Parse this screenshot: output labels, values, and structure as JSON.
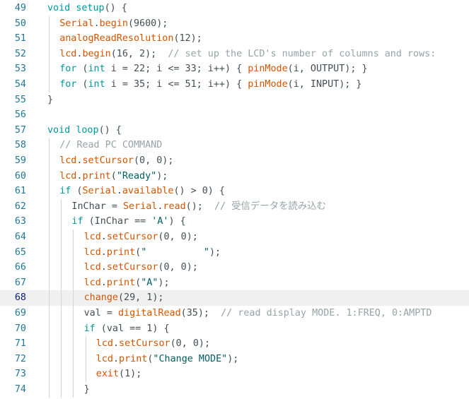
{
  "editor": {
    "lines": [
      {
        "num": "49",
        "indent": 0,
        "tokens": [
          {
            "t": "void",
            "c": "keyword"
          },
          {
            "t": " ",
            "c": "plain"
          },
          {
            "t": "setup",
            "c": "keyword"
          },
          {
            "t": "() {",
            "c": "plain"
          }
        ]
      },
      {
        "num": "50",
        "indent": 1,
        "tokens": [
          {
            "t": "Serial",
            "c": "function"
          },
          {
            "t": ".",
            "c": "plain"
          },
          {
            "t": "begin",
            "c": "function"
          },
          {
            "t": "(9600);",
            "c": "plain"
          }
        ]
      },
      {
        "num": "51",
        "indent": 1,
        "tokens": [
          {
            "t": "analogReadResolution",
            "c": "function"
          },
          {
            "t": "(12);",
            "c": "plain"
          }
        ]
      },
      {
        "num": "52",
        "indent": 1,
        "tokens": [
          {
            "t": "lcd",
            "c": "function"
          },
          {
            "t": ".",
            "c": "plain"
          },
          {
            "t": "begin",
            "c": "function"
          },
          {
            "t": "(16, 2);  ",
            "c": "plain"
          },
          {
            "t": "// set up the LCD's number of columns and rows:",
            "c": "comment"
          }
        ]
      },
      {
        "num": "53",
        "indent": 1,
        "tokens": [
          {
            "t": "for",
            "c": "keyword"
          },
          {
            "t": " (",
            "c": "plain"
          },
          {
            "t": "int",
            "c": "type"
          },
          {
            "t": " i = 22; i <= 33; i++) { ",
            "c": "plain"
          },
          {
            "t": "pinMode",
            "c": "function"
          },
          {
            "t": "(i, OUTPUT); }",
            "c": "plain"
          }
        ]
      },
      {
        "num": "54",
        "indent": 1,
        "tokens": [
          {
            "t": "for",
            "c": "keyword"
          },
          {
            "t": " (",
            "c": "plain"
          },
          {
            "t": "int",
            "c": "type"
          },
          {
            "t": " i = 35; i <= 51; i++) { ",
            "c": "plain"
          },
          {
            "t": "pinMode",
            "c": "function"
          },
          {
            "t": "(i, INPUT); }",
            "c": "plain"
          }
        ]
      },
      {
        "num": "55",
        "indent": 0,
        "tokens": [
          {
            "t": "}",
            "c": "plain"
          }
        ]
      },
      {
        "num": "56",
        "indent": 0,
        "tokens": []
      },
      {
        "num": "57",
        "indent": 0,
        "tokens": [
          {
            "t": "void",
            "c": "keyword"
          },
          {
            "t": " ",
            "c": "plain"
          },
          {
            "t": "loop",
            "c": "keyword"
          },
          {
            "t": "() {",
            "c": "plain"
          }
        ]
      },
      {
        "num": "58",
        "indent": 1,
        "tokens": [
          {
            "t": "// Read PC COMMAND",
            "c": "comment"
          }
        ]
      },
      {
        "num": "59",
        "indent": 1,
        "tokens": [
          {
            "t": "lcd",
            "c": "function"
          },
          {
            "t": ".",
            "c": "plain"
          },
          {
            "t": "setCursor",
            "c": "function"
          },
          {
            "t": "(0, 0);",
            "c": "plain"
          }
        ]
      },
      {
        "num": "60",
        "indent": 1,
        "tokens": [
          {
            "t": "lcd",
            "c": "function"
          },
          {
            "t": ".",
            "c": "plain"
          },
          {
            "t": "print",
            "c": "function"
          },
          {
            "t": "(",
            "c": "plain"
          },
          {
            "t": "\"Ready\"",
            "c": "string"
          },
          {
            "t": ");",
            "c": "plain"
          }
        ]
      },
      {
        "num": "61",
        "indent": 1,
        "tokens": [
          {
            "t": "if",
            "c": "keyword"
          },
          {
            "t": " (",
            "c": "plain"
          },
          {
            "t": "Serial",
            "c": "function"
          },
          {
            "t": ".",
            "c": "plain"
          },
          {
            "t": "available",
            "c": "function"
          },
          {
            "t": "() > 0) {",
            "c": "plain"
          }
        ]
      },
      {
        "num": "62",
        "indent": 2,
        "tokens": [
          {
            "t": "InChar = ",
            "c": "plain"
          },
          {
            "t": "Serial",
            "c": "function"
          },
          {
            "t": ".",
            "c": "plain"
          },
          {
            "t": "read",
            "c": "function"
          },
          {
            "t": "();  ",
            "c": "plain"
          },
          {
            "t": "// 受信データを読み込む",
            "c": "comment"
          }
        ]
      },
      {
        "num": "63",
        "indent": 2,
        "tokens": [
          {
            "t": "if",
            "c": "keyword"
          },
          {
            "t": " (InChar == ",
            "c": "plain"
          },
          {
            "t": "'A'",
            "c": "string"
          },
          {
            "t": ") {",
            "c": "plain"
          }
        ]
      },
      {
        "num": "64",
        "indent": 3,
        "tokens": [
          {
            "t": "lcd",
            "c": "function"
          },
          {
            "t": ".",
            "c": "plain"
          },
          {
            "t": "setCursor",
            "c": "function"
          },
          {
            "t": "(0, 0);",
            "c": "plain"
          }
        ]
      },
      {
        "num": "65",
        "indent": 3,
        "tokens": [
          {
            "t": "lcd",
            "c": "function"
          },
          {
            "t": ".",
            "c": "plain"
          },
          {
            "t": "print",
            "c": "function"
          },
          {
            "t": "(",
            "c": "plain"
          },
          {
            "t": "\"          \"",
            "c": "string"
          },
          {
            "t": ");",
            "c": "plain"
          }
        ]
      },
      {
        "num": "66",
        "indent": 3,
        "tokens": [
          {
            "t": "lcd",
            "c": "function"
          },
          {
            "t": ".",
            "c": "plain"
          },
          {
            "t": "setCursor",
            "c": "function"
          },
          {
            "t": "(0, 0);",
            "c": "plain"
          }
        ]
      },
      {
        "num": "67",
        "indent": 3,
        "tokens": [
          {
            "t": "lcd",
            "c": "function"
          },
          {
            "t": ".",
            "c": "plain"
          },
          {
            "t": "print",
            "c": "function"
          },
          {
            "t": "(",
            "c": "plain"
          },
          {
            "t": "\"A\"",
            "c": "string"
          },
          {
            "t": ");",
            "c": "plain"
          }
        ]
      },
      {
        "num": "68",
        "indent": 3,
        "current": true,
        "tokens": [
          {
            "t": "change",
            "c": "function"
          },
          {
            "t": "(29, 1);",
            "c": "plain"
          }
        ]
      },
      {
        "num": "69",
        "indent": 3,
        "tokens": [
          {
            "t": "val = ",
            "c": "plain"
          },
          {
            "t": "digitalRead",
            "c": "function"
          },
          {
            "t": "(35);  ",
            "c": "plain"
          },
          {
            "t": "// read display MODE. 1:FREQ, 0:AMPTD",
            "c": "comment"
          }
        ]
      },
      {
        "num": "70",
        "indent": 3,
        "tokens": [
          {
            "t": "if",
            "c": "keyword"
          },
          {
            "t": " (val == 1) {",
            "c": "plain"
          }
        ]
      },
      {
        "num": "71",
        "indent": 4,
        "tokens": [
          {
            "t": "lcd",
            "c": "function"
          },
          {
            "t": ".",
            "c": "plain"
          },
          {
            "t": "setCursor",
            "c": "function"
          },
          {
            "t": "(0, 0);",
            "c": "plain"
          }
        ]
      },
      {
        "num": "72",
        "indent": 4,
        "tokens": [
          {
            "t": "lcd",
            "c": "function"
          },
          {
            "t": ".",
            "c": "plain"
          },
          {
            "t": "print",
            "c": "function"
          },
          {
            "t": "(",
            "c": "plain"
          },
          {
            "t": "\"Change MODE\"",
            "c": "string"
          },
          {
            "t": ");",
            "c": "plain"
          }
        ]
      },
      {
        "num": "73",
        "indent": 4,
        "tokens": [
          {
            "t": "exit",
            "c": "function"
          },
          {
            "t": "(1);",
            "c": "plain"
          }
        ]
      },
      {
        "num": "74",
        "indent": 3,
        "tokens": [
          {
            "t": "}",
            "c": "plain"
          }
        ]
      }
    ]
  },
  "colors": {
    "keyword": "#00979d",
    "function": "#d35400",
    "comment": "#95a5a6",
    "string": "#005c5f",
    "plain": "#434f54",
    "gutter": "#237893",
    "current_line": "#f0f0f0"
  }
}
